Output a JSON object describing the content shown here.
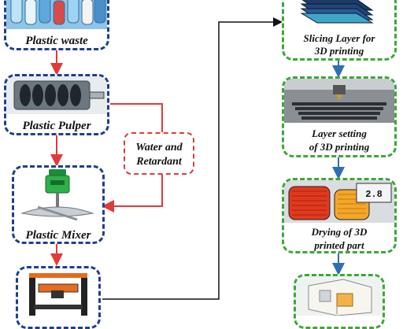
{
  "left_column": [
    {
      "label": "Plastic waste"
    },
    {
      "label": "Plastic Pulper"
    },
    {
      "label": "Plastic Mixer"
    },
    {
      "label": ""
    }
  ],
  "additive": {
    "label_line1": "Water and",
    "label_line2": "Retardant"
  },
  "right_column": [
    {
      "label_line1": "Slicing Layer for",
      "label_line2": "3D printing"
    },
    {
      "label_line1": "Layer setting",
      "label_line2": "of 3D printing"
    },
    {
      "label_line1": "Drying of 3D",
      "label_line2": "printed part",
      "display_reading": "2.8"
    },
    {
      "label_line1": "",
      "label_line2": ""
    }
  ],
  "colors": {
    "left_border": "#1f3f8f",
    "right_border": "#3fa63a",
    "red_arrow": "#e23a3a",
    "blue_arrow": "#2f6fb5",
    "black_line": "#111111"
  },
  "icons": [
    "plastic-bottles-icon",
    "shredder-icon",
    "mixer-icon",
    "3d-printer-icon",
    "slicer-layers-icon",
    "print-nozzle-icon",
    "filament-spools-icon",
    "printed-part-icon"
  ]
}
